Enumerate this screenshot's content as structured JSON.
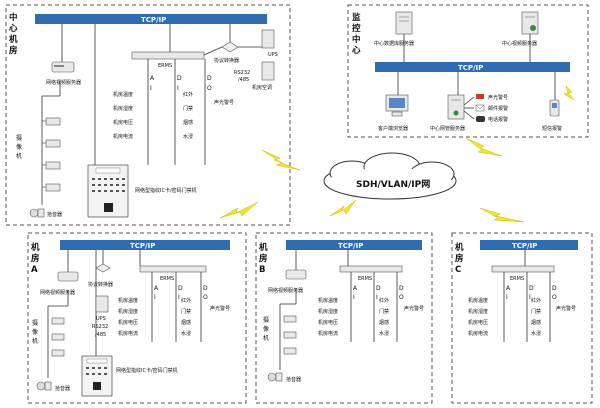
{
  "network_label": "SDH/VLAN/IP网",
  "bus_label": "TCP/IP",
  "erms_label": "ERMS",
  "center_room": {
    "title": "中心机房",
    "net_video_server": "网络视频服务器",
    "camera": "摄像机",
    "pickup": "拾音器",
    "protocol_converter": "协议转换器",
    "rs232": "RS232",
    "rs485": "/485",
    "ups": "UPS",
    "ac": "机房空调",
    "access_terminal": "网络型指纹IC卡/密码门禁机",
    "ai": [
      "机房温度",
      "机房湿度",
      "机房电压",
      "机房电流"
    ],
    "di": [
      "红外",
      "门禁",
      "烟感",
      "水浸"
    ],
    "do": [
      "声光警号"
    ]
  },
  "monitor_center": {
    "title": "监控中心",
    "db_server": "中心数据库服务器",
    "video_server": "中心视频服务器",
    "browser": "客户端浏览器",
    "mgmt_server": "中心网管服务器",
    "alarm": "声光警号",
    "email": "邮件报警",
    "phone": "电话报警",
    "sms": "短信报警"
  },
  "room_a": {
    "title": "机房A",
    "net_video_server": "网络视频服务器",
    "camera": "摄像机",
    "pickup": "拾音器",
    "protocol_converter": "协议转换器",
    "ups": "UPS",
    "rs232": "RS232",
    "rs485": "/485",
    "access_terminal": "网络型指纹IC卡/密码门禁机",
    "ai": [
      "机房温度",
      "机房湿度",
      "机房电压",
      "机房电流"
    ],
    "di": [
      "红外",
      "门禁",
      "烟感",
      "水浸"
    ],
    "do": [
      "声光警号"
    ]
  },
  "room_b": {
    "title": "机房B",
    "net_video_server": "网络视频服务器",
    "camera": "摄像机",
    "pickup": "拾音器",
    "ai": [
      "机房温度",
      "机房湿度",
      "机房电压",
      "机房电流"
    ],
    "di": [
      "红外",
      "门禁",
      "烟感",
      "水浸"
    ],
    "do": [
      "声光警号"
    ]
  },
  "room_c": {
    "title": "机房C",
    "ai": [
      "机房温度",
      "机房湿度",
      "机房电压",
      "机房电流"
    ],
    "di": [
      "红外",
      "门禁",
      "烟感",
      "水浸"
    ],
    "do": [
      "声光警号"
    ]
  },
  "io_headers": {
    "ai": [
      "A",
      "I"
    ],
    "di": [
      "D",
      "I"
    ],
    "do": [
      "D",
      "O"
    ]
  }
}
